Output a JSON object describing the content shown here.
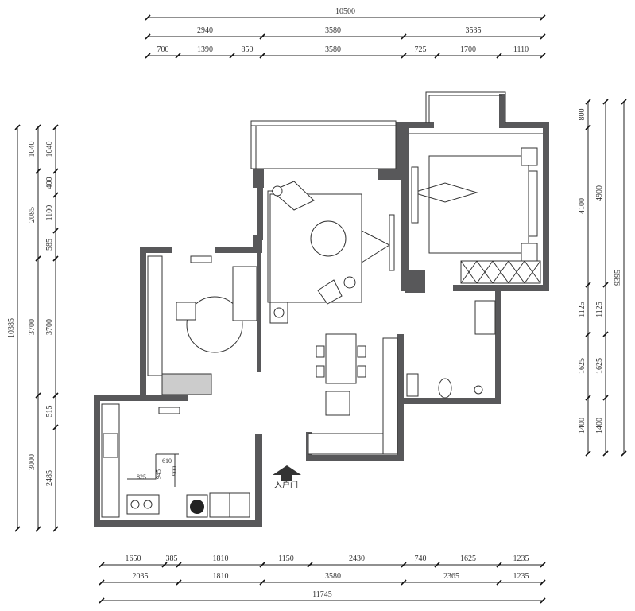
{
  "dimensions": {
    "top": [
      [
        "10500"
      ],
      [
        "2940",
        "3580",
        "3535"
      ],
      [
        "700",
        "1390",
        "850",
        "3580",
        "725",
        "1700",
        "1110"
      ]
    ],
    "left": [
      [
        "10385"
      ],
      [
        "1040",
        "2085",
        "3700",
        "3000"
      ],
      [
        "1040",
        "400",
        "1100",
        "585",
        "3700",
        "515",
        "2485"
      ]
    ],
    "right": [
      [
        "800",
        "4100",
        "1125",
        "1625",
        "1400"
      ],
      [
        "4900",
        "1125",
        "1625",
        "1400"
      ],
      [
        "9395"
      ]
    ],
    "bottom": [
      [
        "1650",
        "385",
        "1810",
        "1150",
        "2430",
        "740",
        "1625",
        "1235"
      ],
      [
        "2035",
        "1810",
        "3580",
        "2365",
        "1235"
      ],
      [
        "11745"
      ]
    ]
  },
  "kitchen_dims": [
    "610",
    "825",
    "945",
    "900"
  ],
  "entrance_label": "入户门",
  "colors": {
    "wall": "#58585a",
    "line": "#333333"
  }
}
